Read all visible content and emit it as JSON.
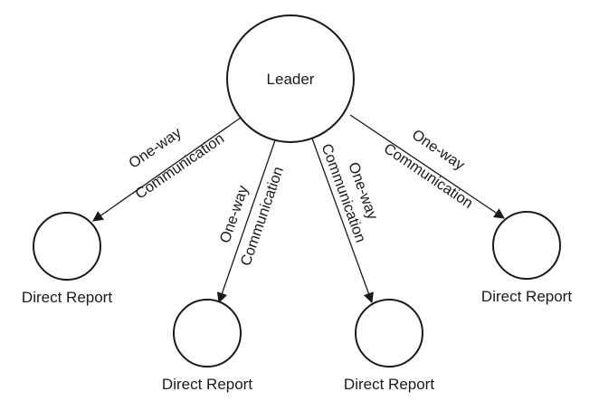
{
  "leader": {
    "label": "Leader"
  },
  "reports": [
    {
      "label": "Direct Report"
    },
    {
      "label": "Direct Report"
    },
    {
      "label": "Direct Report"
    },
    {
      "label": "Direct Report"
    }
  ],
  "edges": [
    {
      "line1": "One-way",
      "line2": "Communication"
    },
    {
      "line1": "One-way",
      "line2": "Communication"
    },
    {
      "line1": "One-way",
      "line2": "Communication"
    },
    {
      "line1": "One-way",
      "line2": "Communication"
    }
  ],
  "colors": {
    "stroke": "#1a1a1a",
    "background": "#ffffff"
  }
}
